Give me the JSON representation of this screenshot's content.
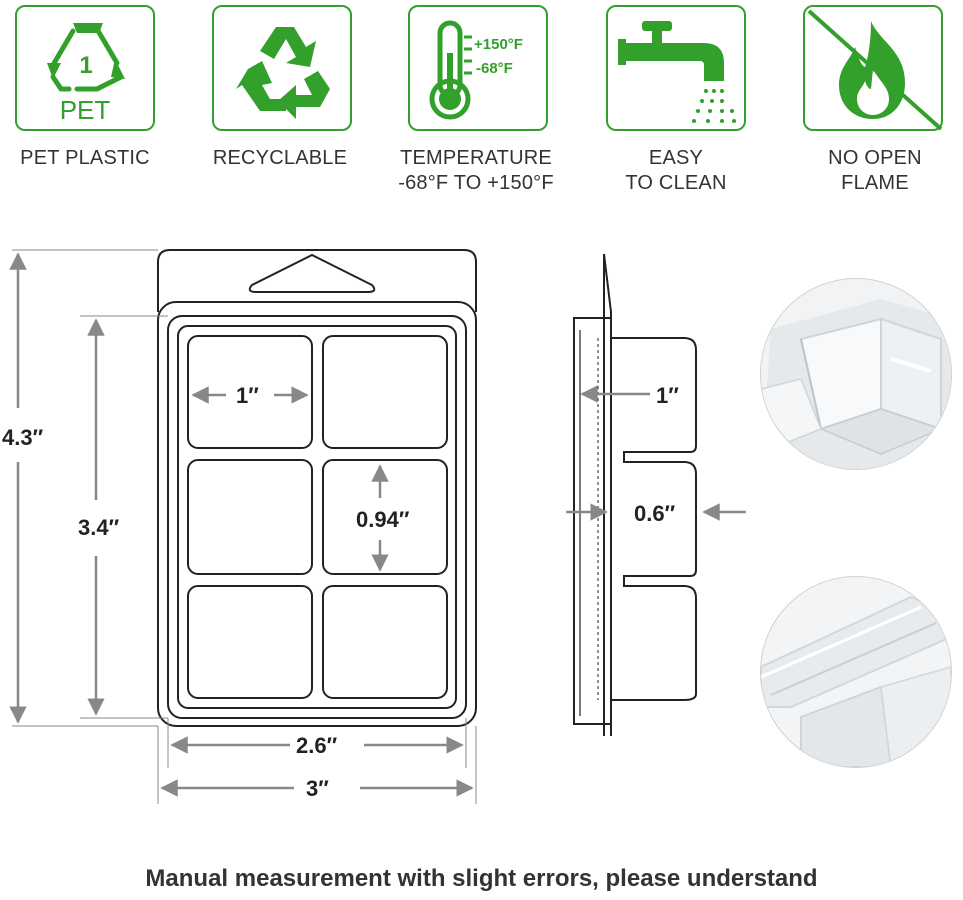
{
  "colors": {
    "accent": "#33a02c",
    "line": "#222222",
    "dimension": "#888888"
  },
  "features": [
    {
      "icon": "pet-recycle-icon",
      "badge_number": "1",
      "badge_text": "PET",
      "label_lines": [
        "PET PLASTIC"
      ]
    },
    {
      "icon": "recycle-icon",
      "label_lines": [
        "RECYCLABLE"
      ]
    },
    {
      "icon": "thermometer-icon",
      "temp_high": "+150°F",
      "temp_low": "-68°F",
      "label_lines": [
        "TEMPERATURE",
        "-68°F TO +150°F"
      ]
    },
    {
      "icon": "faucet-icon",
      "label_lines": [
        "EASY",
        "TO CLEAN"
      ]
    },
    {
      "icon": "no-flame-icon",
      "label_lines": [
        "NO OPEN",
        "FLAME"
      ]
    }
  ],
  "dimensions": {
    "total_height": "4.3′′",
    "inner_height": "3.4′′",
    "cavity_width": "1′′",
    "cavity_height": "0.94′′",
    "inner_width": "2.6′′",
    "total_width": "3′′",
    "side_flange": "1′′",
    "depth": "0.6′′"
  },
  "photos": [
    {
      "name": "closeup-top-photo",
      "description_icon": "clear-tray-closeup"
    },
    {
      "name": "closeup-bottom-photo",
      "description_icon": "clear-tray-edge-closeup"
    }
  ],
  "footer_note": "Manual measurement with slight errors, please understand"
}
